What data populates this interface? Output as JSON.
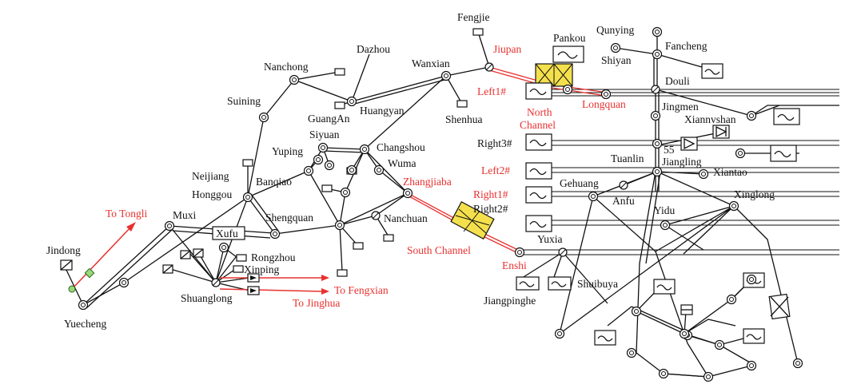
{
  "labels": {
    "fengjie": "Fengjie",
    "jiupan": "Jiupan",
    "dazhou": "Dazhou",
    "nanchong": "Nanchong",
    "wanxian": "Wanxian",
    "pankou": "Pankou",
    "qunying": "Qunying",
    "fancheng": "Fancheng",
    "shiyan": "Shiyan",
    "douli": "Douli",
    "left1": "Left1#",
    "longquan": "Longquan",
    "north_channel_1": "North",
    "north_channel_2": "Channel",
    "suining": "Suining",
    "guangan": "GuangAn",
    "huangyan": "Huangyan",
    "shenhua": "Shenhua",
    "jingmen": "Jingmen",
    "xiannvshan": "Xiannvshan",
    "siyuan": "Siyuan",
    "changshou": "Changshou",
    "wuma": "Wuma",
    "yuping": "Yuping",
    "right3": "Right3#",
    "tuanlin": "Tuanlin",
    "n55": "55",
    "jiangling": "Jiangling",
    "neijiang": "Neijiang",
    "banqiao": "Banqiao",
    "zhangjiaba": "Zhangjiaba",
    "left2": "Left2#",
    "xiantao": "Xiantao",
    "honggou": "Honggou",
    "gehuang": "Gehuang",
    "right1": "Right1#",
    "right2": "Right2#",
    "anfu": "Anfu",
    "xinglong": "Xinglong",
    "to_tongli": "To Tongli",
    "muxi": "Muxi",
    "shengquan": "Shengquan",
    "nanchuan": "Nanchuan",
    "yidu": "Yidu",
    "xufu": "Xufu",
    "jindong": "Jindong",
    "rongzhou": "Rongzhou",
    "south_channel": "South Channel",
    "yuxia": "Yuxia",
    "xinping": "Xinping",
    "enshi": "Enshi",
    "to_fengxian": "To Fengxian",
    "shuanglong": "Shuanglong",
    "to_jinghua": "To Jinghua",
    "jiangpinghe": "Jiangpinghe",
    "shuibuya": "Shuibuya",
    "yuecheng": "Yuecheng"
  },
  "colors": {
    "annotation_red": "#e8312f",
    "line_black": "#111111",
    "converter_yellow": "#f4e04d"
  }
}
